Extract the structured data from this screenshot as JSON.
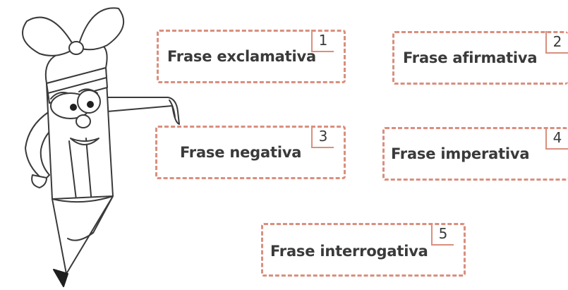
{
  "cards": [
    {
      "label": "Frase exclamativa",
      "number": "1"
    },
    {
      "label": "Frase afirmativa",
      "number": "2"
    },
    {
      "label": "Frase negativa",
      "number": "3"
    },
    {
      "label": "Frase imperativa",
      "number": "4"
    },
    {
      "label": "Frase interrogativa",
      "number": "5"
    }
  ],
  "colors": {
    "border": "#d98f7e",
    "text": "#3a3a3a"
  }
}
